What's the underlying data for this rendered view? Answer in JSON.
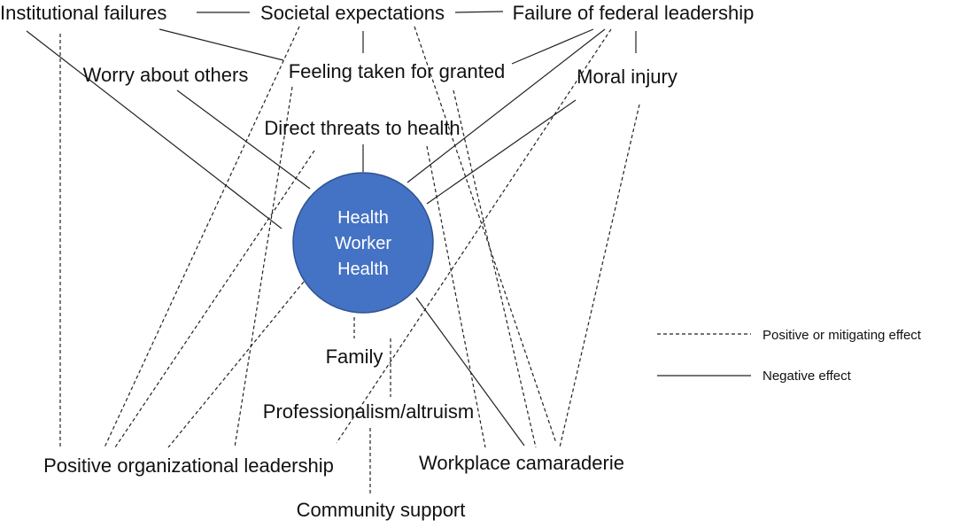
{
  "diagram": {
    "center": {
      "lines": [
        "Health",
        "Worker",
        "Health"
      ],
      "fill": "#4472C4",
      "stroke": "#2F528F",
      "text_color": "#FFFFFF"
    },
    "nodes": {
      "institutional_failures": "Institutional failures",
      "societal_expectations": "Societal expectations",
      "failure_federal_leadership": "Failure of federal leadership",
      "worry_about_others": "Worry about others",
      "feeling_taken_for_granted": "Feeling taken for granted",
      "moral_injury": "Moral injury",
      "direct_threats": "Direct threats to health",
      "family": "Family",
      "professionalism": "Professionalism/altruism",
      "positive_org_leadership": "Positive organizational leadership",
      "workplace_camaraderie": "Workplace camaraderie",
      "community_support": "Community support"
    },
    "legend": {
      "positive": "Positive or mitigating effect",
      "negative": "Negative effect"
    }
  }
}
